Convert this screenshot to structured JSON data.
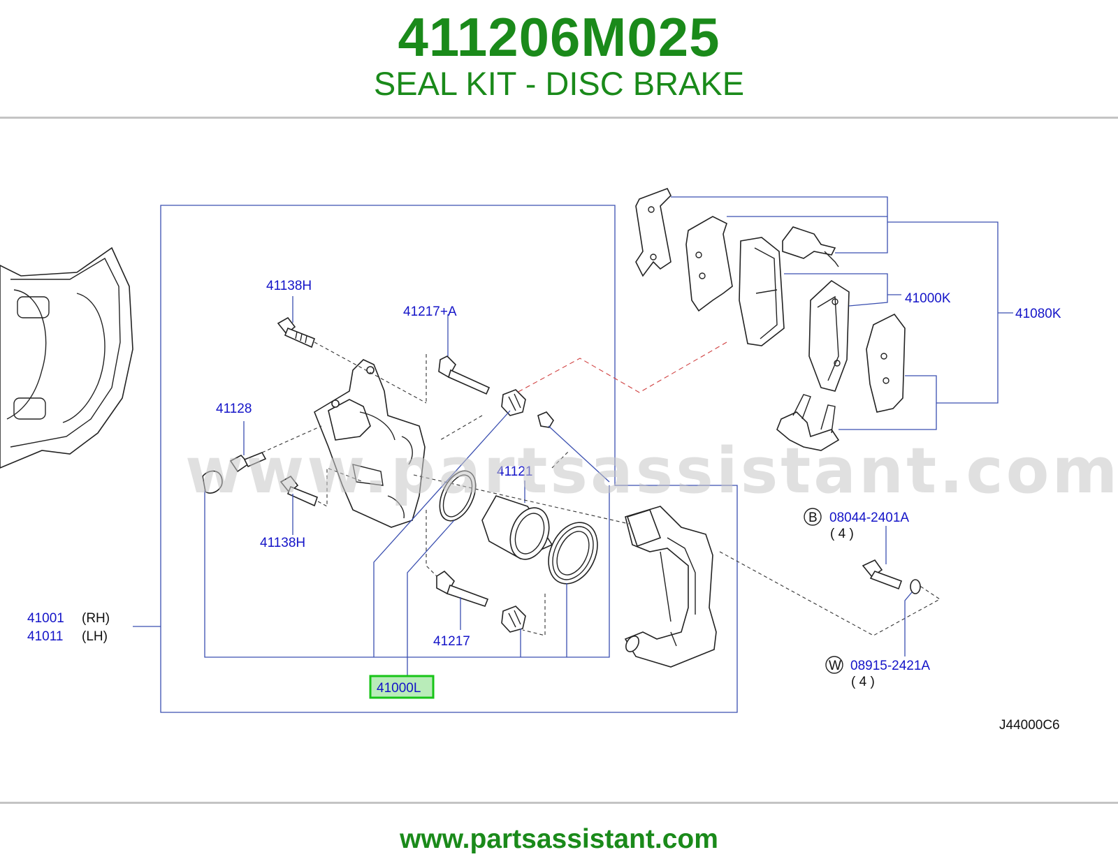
{
  "header": {
    "part_number": "411206M025",
    "description": "SEAL KIT - DISC BRAKE"
  },
  "footer": {
    "url": "www.partsassistant.com"
  },
  "watermark": "www.partsassistant.com",
  "diagram": {
    "code": "J44000C6",
    "labels": {
      "l_41138h_top": "41138H",
      "l_41217a": "41217+A",
      "l_41128": "41128",
      "l_41121": "41121",
      "l_41138h_bot": "41138H",
      "l_41217": "41217",
      "l_41001": "41001",
      "l_41001_side": "(RH)",
      "l_41011": "41011",
      "l_41011_side": "(LH)",
      "l_41000l": "41000L",
      "l_41000k": "41000K",
      "l_41080k": "41080K",
      "l_b_circle": "B",
      "l_08044": "08044-2401A",
      "l_08044_qty": "( 4 )",
      "l_w_circle": "W",
      "l_08915": "08915-2421A",
      "l_08915_qty": "( 4 )"
    },
    "highlight_color": "#17c417",
    "label_color": "#1414c8",
    "title_color": "#1a8a1a"
  }
}
